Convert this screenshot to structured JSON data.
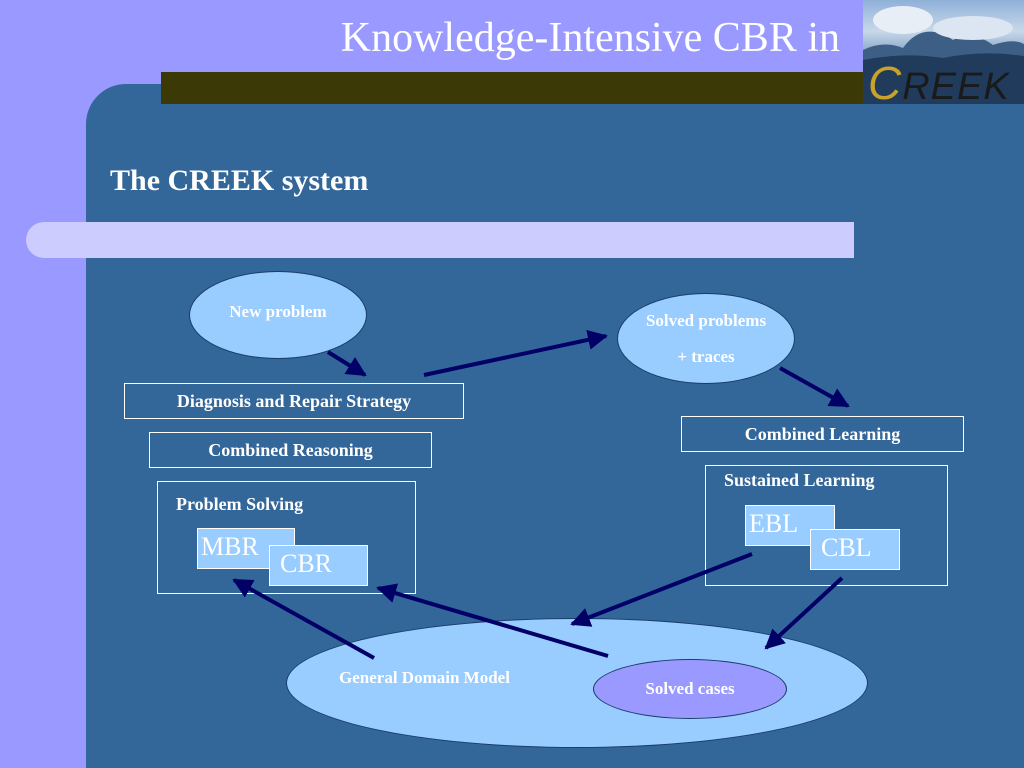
{
  "header": {
    "title": "Knowledge-Intensive CBR in",
    "logo_text_initial": "C",
    "logo_text_rest": "REEK"
  },
  "slide": {
    "subtitle": "The CREEK system"
  },
  "diagram": {
    "new_problem": "New problem",
    "solved_problems_line1": "Solved problems",
    "solved_problems_line2": "+ traces",
    "diagnosis_strategy": "Diagnosis and Repair Strategy",
    "combined_reasoning": "Combined Reasoning",
    "combined_learning": "Combined Learning",
    "problem_solving": "Problem Solving",
    "mbr": "MBR",
    "cbr": "CBR",
    "sustained_learning": "Sustained Learning",
    "ebl": "EBL",
    "cbl": "CBL",
    "general_domain_model": "General Domain Model",
    "solved_cases": "Solved cases"
  },
  "colors": {
    "background_left": "#9999ff",
    "panel": "#336699",
    "node_fill": "#99ccff",
    "solved_cases_fill": "#9999ff",
    "arrow": "#000066",
    "title_bar": "#3b3a06"
  }
}
